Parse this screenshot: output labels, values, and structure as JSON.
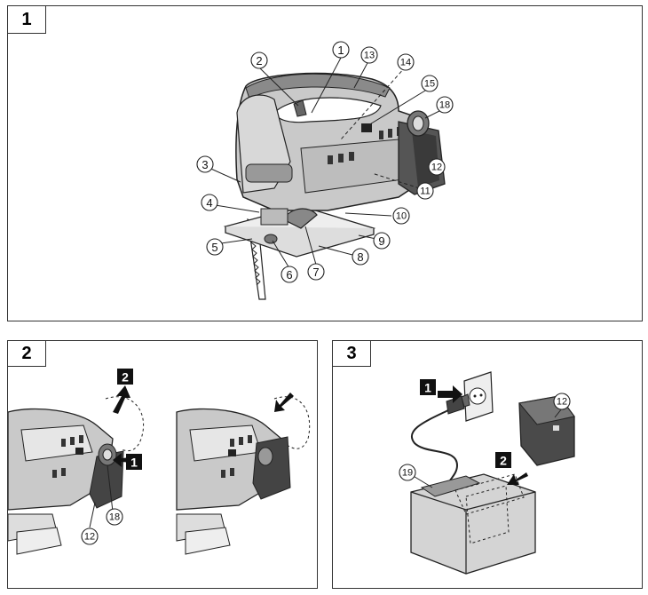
{
  "panels": [
    {
      "number": "1"
    },
    {
      "number": "2"
    },
    {
      "number": "3"
    }
  ],
  "callouts": {
    "p1": [
      "1",
      "2",
      "3",
      "4",
      "5",
      "6",
      "7",
      "8",
      "9",
      "10",
      "11",
      "12",
      "13",
      "14",
      "15",
      "18"
    ],
    "p2": [
      "18",
      "12"
    ],
    "p3": [
      "12",
      "19"
    ]
  },
  "steps": {
    "p2": [
      "1",
      "2"
    ],
    "p3": [
      "1",
      "2"
    ]
  }
}
